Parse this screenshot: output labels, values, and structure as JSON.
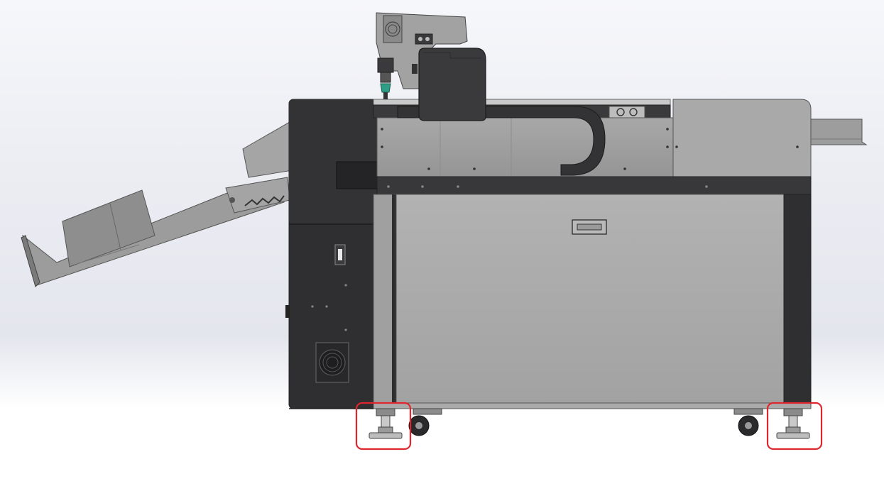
{
  "scene": {
    "subject": "cutting-machine-side-view",
    "colors": {
      "background_top": "#f5f6fa",
      "background_bottom": "#ffffff",
      "frame_dark": "#2e2e30",
      "panel_grey": "#a9a9a9",
      "top_panel_grey": "#9b9b9b",
      "highlight": "#e0262d"
    },
    "icons": [
      "fan-grille-icon",
      "caster-wheel-icon",
      "leveling-foot-icon",
      "handle-icon"
    ],
    "highlighted_parts": [
      "leveling-foot-left",
      "leveling-foot-right"
    ]
  }
}
